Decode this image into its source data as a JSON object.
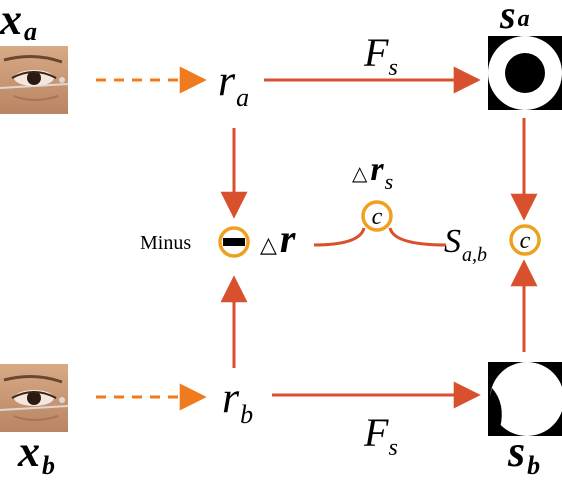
{
  "colors": {
    "arrow": "#d9502e",
    "dashed_arrow": "#f07a1e",
    "circle": "#f0a020",
    "text": "#000000",
    "skin": "#c99a78"
  },
  "labels": {
    "x_a": {
      "main": "x",
      "sub": "a"
    },
    "x_b": {
      "main": "x",
      "sub": "b"
    },
    "r_a": {
      "main": "r",
      "sub": "a"
    },
    "r_b": {
      "main": "r",
      "sub": "b"
    },
    "s_a": {
      "main": "s",
      "sub": "a"
    },
    "s_b": {
      "main": "s",
      "sub": "b"
    },
    "F_top": {
      "main": "F",
      "sub": "s"
    },
    "F_bottom": {
      "main": "F",
      "sub": "s"
    },
    "delta_r": {
      "symbol": "△",
      "main": "r"
    },
    "delta_rs": {
      "symbol": "△",
      "main": "r",
      "sub": "s"
    },
    "S_ab": {
      "main": "S",
      "sub": "a,b"
    },
    "minus": "Minus",
    "c_center": "c",
    "c_right": "c"
  },
  "icons": {
    "face_top": "eye-photo-icon",
    "face_bottom": "eye-photo-icon",
    "shape_top": "silhouette-disc-icon",
    "shape_bottom": "silhouette-crescent-icon",
    "minus_op": "minus-circle-icon",
    "c_op": "c-circle-icon"
  }
}
